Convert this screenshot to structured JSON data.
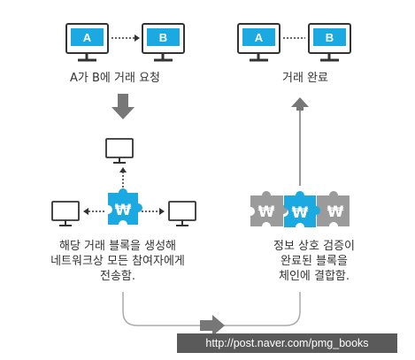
{
  "top_left": {
    "pc_a_label": "A",
    "pc_b_label": "B",
    "caption": "A가 B에 거래 요청"
  },
  "top_right": {
    "pc_a_label": "A",
    "pc_b_label": "B",
    "caption": "거래 완료"
  },
  "block": {
    "symbol": "₩"
  },
  "captions": {
    "left_lines": [
      "해당 거래 블록을 생성해",
      "네트워크상 모든 참여자에게",
      "전송함."
    ],
    "right_lines": [
      "정보 상호 검증이",
      "완료된 블록을",
      "체인에 결합함."
    ]
  },
  "watermark": "http://post.naver.com/pmg_books",
  "colors": {
    "blue": "#1ba9e1",
    "gray_block": "#9b9b9b",
    "arrow": "#777777",
    "outline": "#333333"
  }
}
